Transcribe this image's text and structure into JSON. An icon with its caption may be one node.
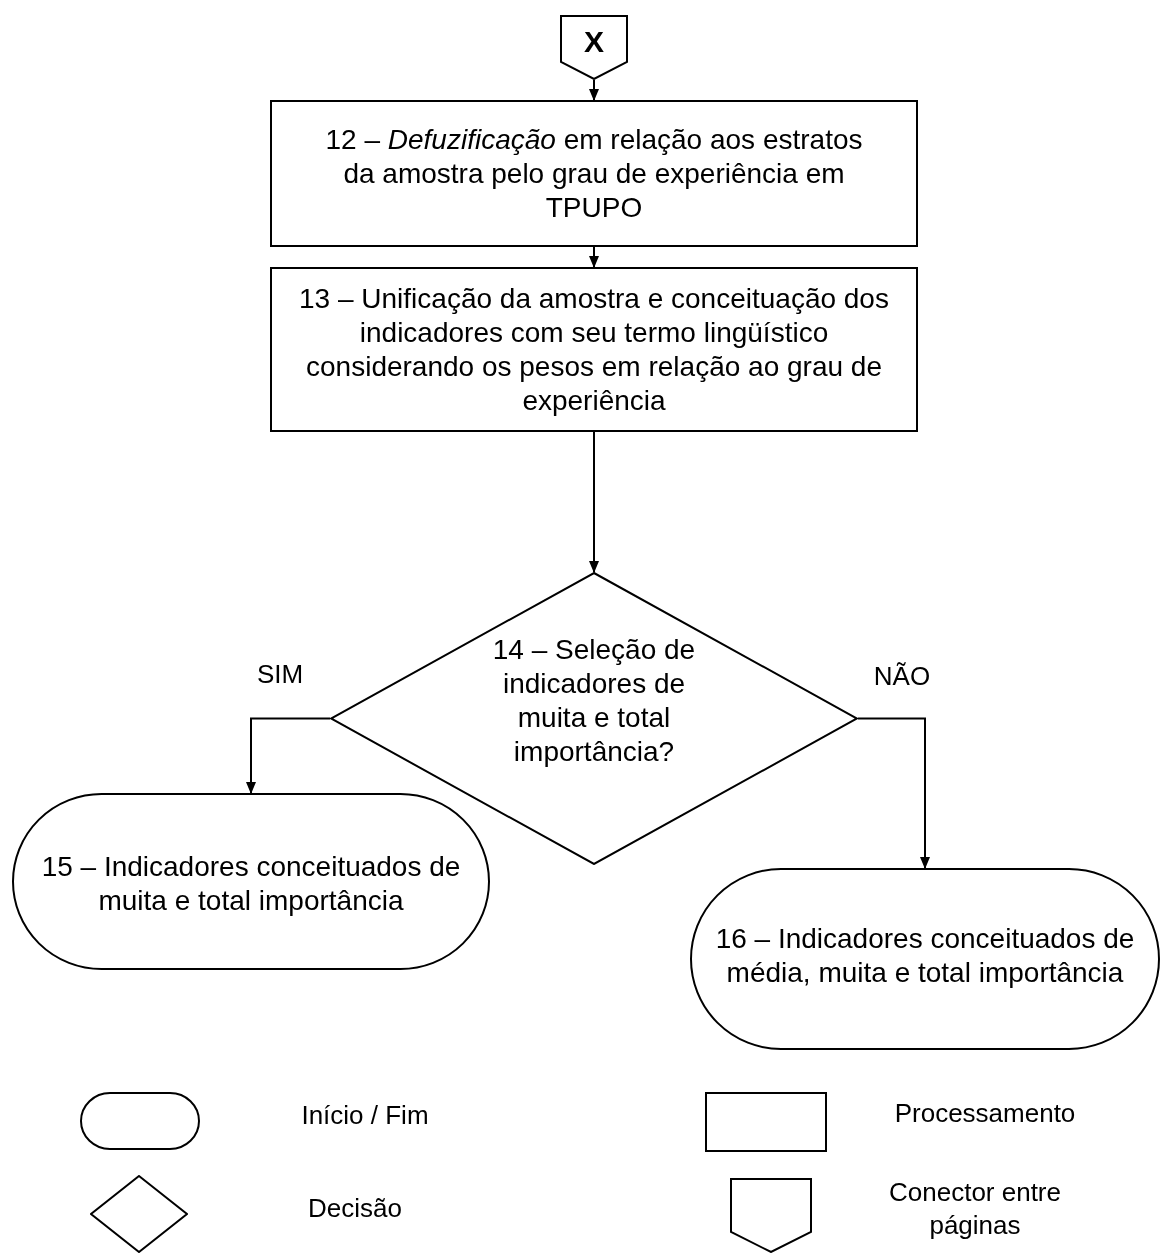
{
  "diagram": {
    "nodes": [
      {
        "text": [
          "X"
        ]
      },
      {
        "text": [
          "12 – *Defuzificação* em relação aos estratos da amostra pelo grau de experiência em TPUPO"
        ]
      },
      {
        "text": [
          "13 – Unificação da amostra e conceituação dos indicadores com seu termo lingüístico considerando os pesos em relação ao grau de experiência"
        ]
      },
      {
        "text": [
          "14 – Seleção de indicadores de muita e total importância?"
        ]
      },
      {
        "text": [
          "15 – Indicadores conceituados de muita e total importância"
        ]
      },
      {
        "text": [
          "16 – Indicadores conceituados de média, muita e total importância"
        ]
      }
    ],
    "edges": [
      {
        "from": 0,
        "to": 1,
        "arrow": "to"
      },
      {
        "from": 1,
        "to": 2,
        "arrow": "to"
      },
      {
        "from": 2,
        "to": 3,
        "arrow": "to"
      },
      {
        "from": 3,
        "to": 4,
        "arrow": "to",
        "label": "SIM"
      },
      {
        "from": 3,
        "to": 5,
        "arrow": "to",
        "label": "NÃO"
      }
    ],
    "legend": [
      {
        "text": "Início / Fim"
      },
      {
        "text": "Processamento"
      },
      {
        "text": "Decisão"
      },
      {
        "text": "Conector entre páginas"
      }
    ]
  }
}
